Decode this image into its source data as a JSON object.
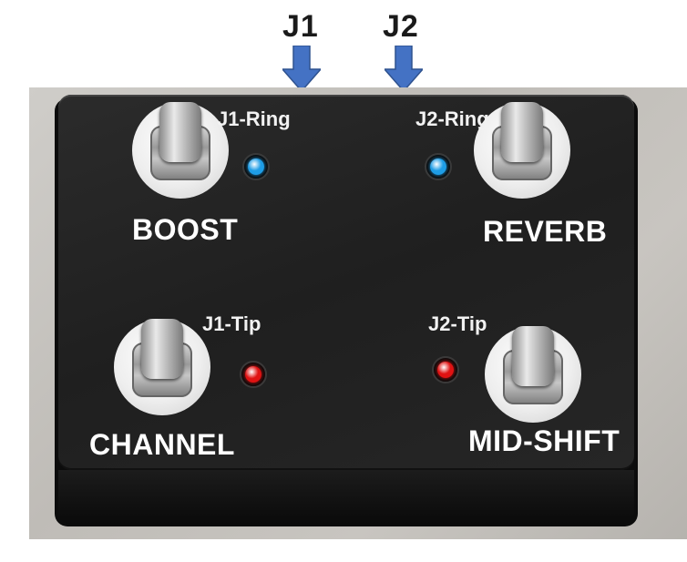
{
  "jacks": {
    "j1": "J1",
    "j2": "J2"
  },
  "arrow_color": "#4472c4",
  "enclosure_color": "#222222",
  "leds": {
    "j1_ring": {
      "label": "J1-Ring",
      "color": "#1e9de6"
    },
    "j2_ring": {
      "label": "J2-Ring",
      "color": "#1e9de6"
    },
    "j1_tip": {
      "label": "J1-Tip",
      "color": "#e01212"
    },
    "j2_tip": {
      "label": "J2-Tip",
      "color": "#e01212"
    }
  },
  "switches": {
    "top_left": "BOOST",
    "top_right": "REVERB",
    "bottom_left": "CHANNEL",
    "bottom_right": "MID-SHIFT"
  }
}
